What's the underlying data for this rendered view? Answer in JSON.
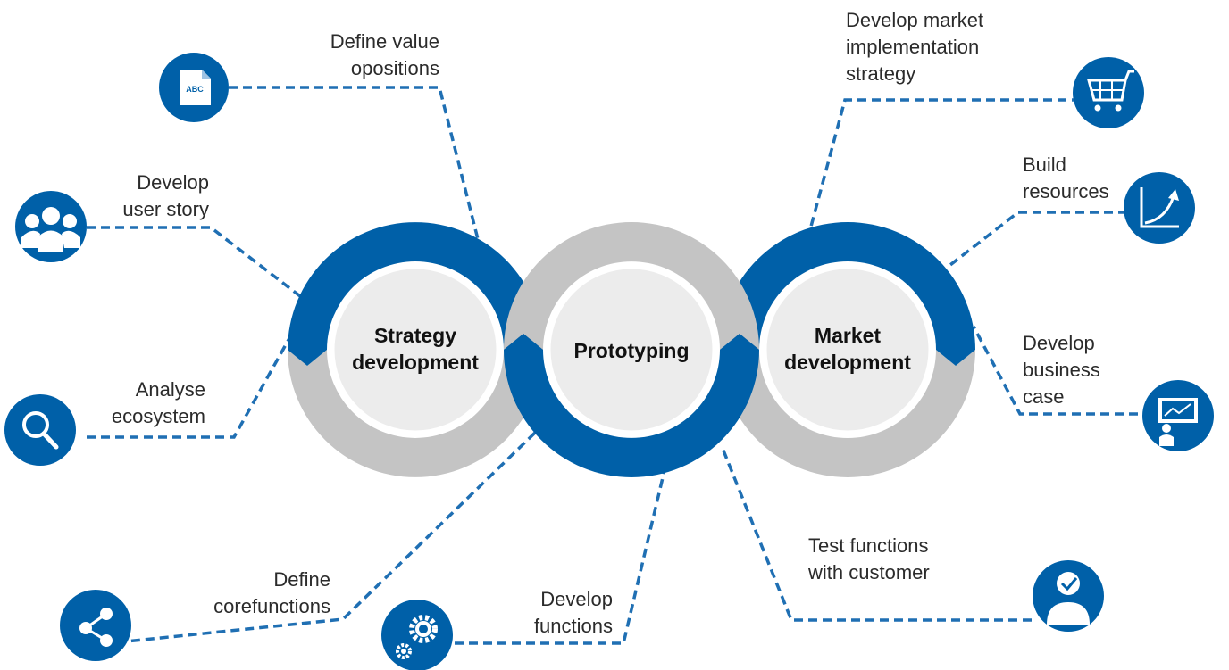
{
  "colors": {
    "blue": "#0060a8",
    "gray": "#c4c4c4",
    "inner": "#ececec",
    "dash": "#1f6fb3"
  },
  "stages": {
    "strategy": [
      "Strategy",
      "development"
    ],
    "prototyping": [
      "Prototyping"
    ],
    "market": [
      "Market",
      "development"
    ]
  },
  "steps": [
    {
      "lines": [
        "Define value",
        "opositions"
      ],
      "icon": "document-abc-icon",
      "icon_text": "ABC"
    },
    {
      "lines": [
        "Develop",
        "user story"
      ],
      "icon": "people-group-icon"
    },
    {
      "lines": [
        "Analyse",
        "ecosystem"
      ],
      "icon": "magnifier-icon"
    },
    {
      "lines": [
        "Define",
        "corefunctions"
      ],
      "icon": "share-icon"
    },
    {
      "lines": [
        "Develop",
        "functions"
      ],
      "icon": "gears-icon"
    },
    {
      "lines": [
        "Test functions",
        "with customer"
      ],
      "icon": "user-check-icon"
    },
    {
      "lines": [
        "Develop",
        "business",
        "case"
      ],
      "icon": "presentation-chart-icon"
    },
    {
      "lines": [
        "Build",
        "resources"
      ],
      "icon": "growth-chart-icon"
    },
    {
      "lines": [
        "Develop market",
        "implementation",
        "strategy"
      ],
      "icon": "shopping-cart-icon"
    }
  ]
}
